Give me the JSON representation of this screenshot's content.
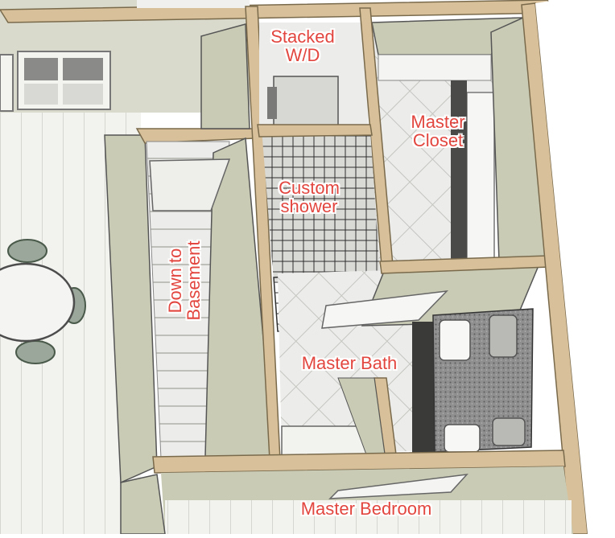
{
  "labels": {
    "stacked_wd": "Stacked\nW/D",
    "master_closet": "Master\nCloset",
    "custom_shower": "Custom\nshower",
    "down_to_basement": "Down to\nBasement",
    "master_bath": "Master Bath",
    "master_bedroom": "Master Bedroom"
  },
  "colors": {
    "label": "#e2463f",
    "wall_top": "#d8c19a",
    "wall_face": "#c9cbb5",
    "floor_wood": "#f1f1ee",
    "tile": "#e8e8e5",
    "granite": "#8c8c8c"
  }
}
